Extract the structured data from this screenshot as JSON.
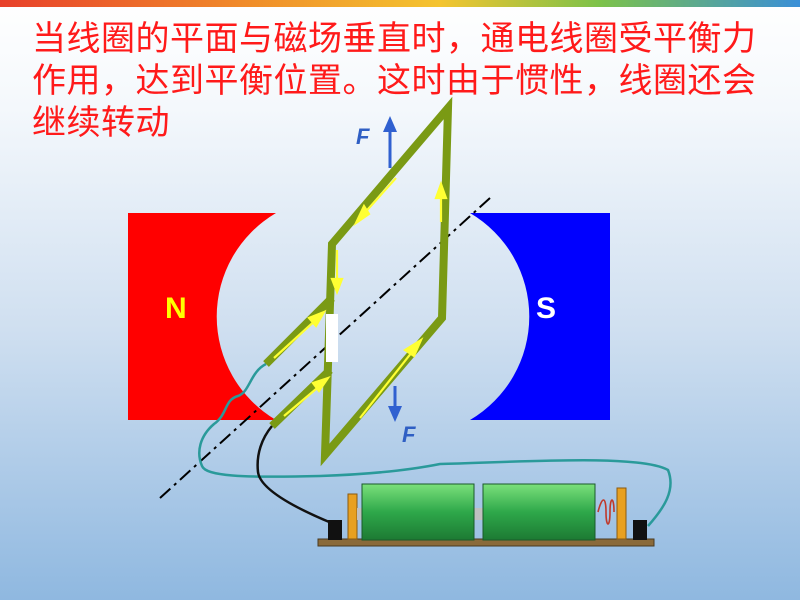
{
  "slide": {
    "caption": "当线圈的平面与磁场垂直时，通电线圈受平衡力作用，达到平衡位置。这时由于惯性，线圈还会继续转动"
  },
  "magnets": {
    "north_label": "N",
    "south_label": "S",
    "north_color": "#ff0000",
    "south_color": "#0000ff"
  },
  "forces": {
    "top_label": "F",
    "bottom_label": "F",
    "arrow_color": "#3060d0"
  },
  "coil": {
    "frame_color": "#7a9a14",
    "current_arrow_color": "#ffff33"
  },
  "battery": {
    "cell_color": "#2ea84a"
  },
  "wire_color": "#2a9a9a"
}
